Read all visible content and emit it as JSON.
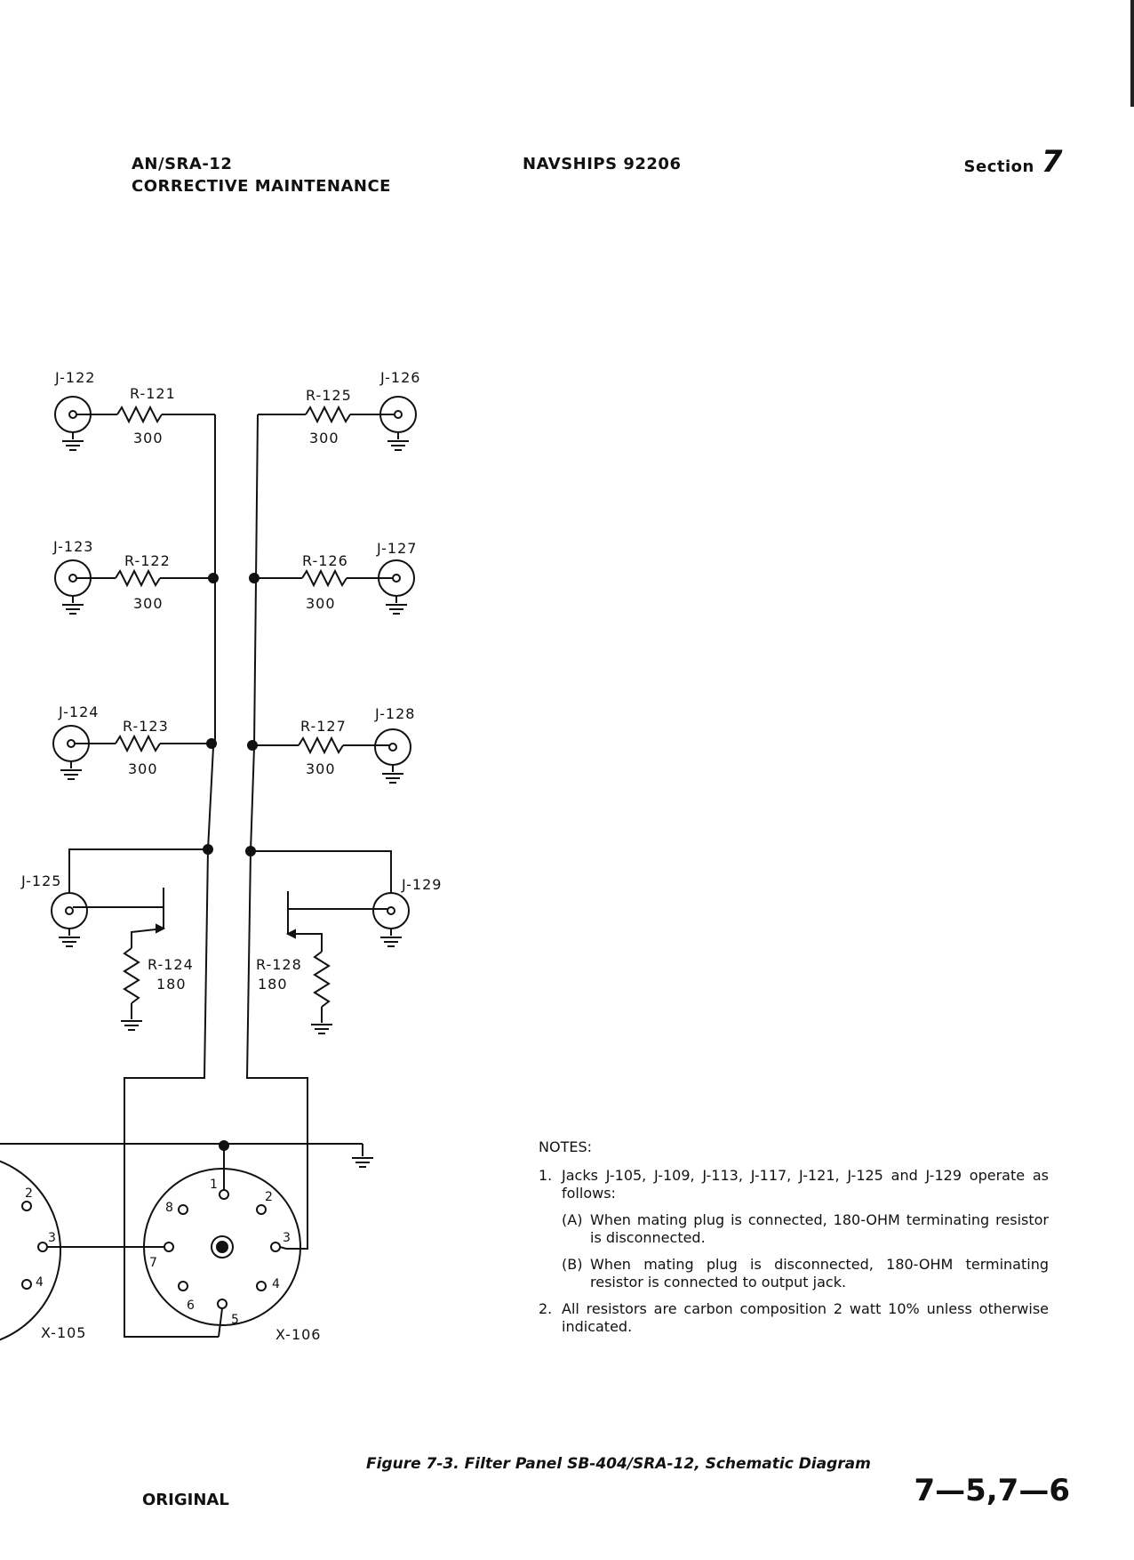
{
  "header": {
    "left_line1": "AN/SRA-12",
    "left_line2": "CORRECTIVE MAINTENANCE",
    "center": "NAVSHIPS 92206",
    "right_label": "Section",
    "right_number": "7"
  },
  "diagram": {
    "jacks_left": [
      "J-122",
      "J-123",
      "J-124",
      "J-125"
    ],
    "jacks_right": [
      "J-126",
      "J-127",
      "J-128",
      "J-129"
    ],
    "resistors_left": [
      {
        "name": "R-121",
        "value": "300"
      },
      {
        "name": "R-122",
        "value": "300"
      },
      {
        "name": "R-123",
        "value": "300"
      },
      {
        "name": "R-124",
        "value": "180"
      }
    ],
    "resistors_right": [
      {
        "name": "R-125",
        "value": "300"
      },
      {
        "name": "R-126",
        "value": "300"
      },
      {
        "name": "R-127",
        "value": "300"
      },
      {
        "name": "R-128",
        "value": "180"
      }
    ],
    "connector_left": {
      "label": "X-105",
      "pins": [
        "2",
        "3",
        "4"
      ]
    },
    "connector_right": {
      "label": "X-106",
      "pins": [
        "1",
        "2",
        "3",
        "4",
        "5",
        "6",
        "7",
        "8"
      ]
    }
  },
  "notes": {
    "heading": "NOTES:",
    "items": [
      {
        "num": "1.",
        "text": "Jacks J-105, J-109, J-113, J-117, J-121, J-125 and J-129 operate as follows:",
        "subs": [
          {
            "num": "(A)",
            "text": "When mating plug is connected, 180-OHM terminating resistor is disconnected."
          },
          {
            "num": "(B)",
            "text": "When mating plug is disconnected, 180-OHM terminating resistor is connected to output jack."
          }
        ]
      },
      {
        "num": "2.",
        "text": "All resistors are carbon composition 2 watt 10% unless otherwise indicated."
      }
    ]
  },
  "caption": "Figure 7-3. Filter Panel SB-404/SRA-12, Schematic Diagram",
  "footer": {
    "left": "ORIGINAL",
    "right": "7—5,7—6"
  }
}
